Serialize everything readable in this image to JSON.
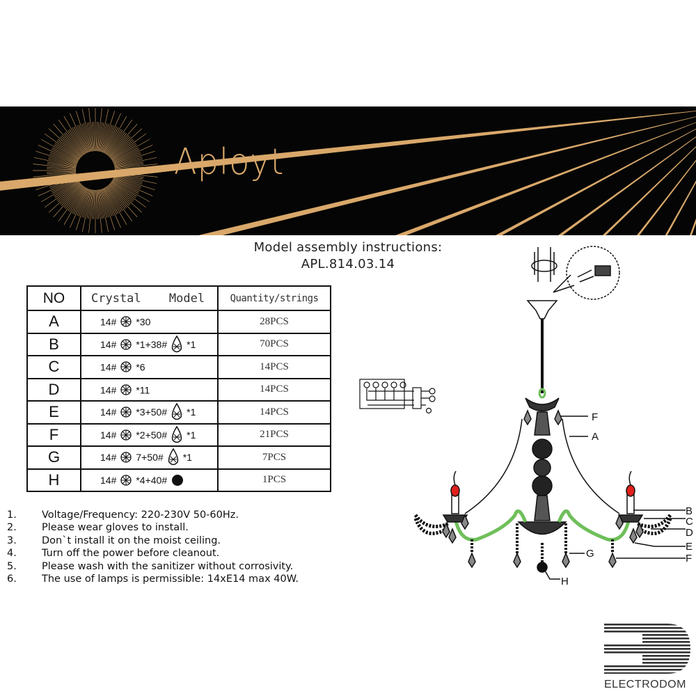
{
  "banner": {
    "brand": "Aployt",
    "gold": "#d9a86a",
    "background": "#050505"
  },
  "title": {
    "line1": "Model assembly instructions:",
    "line2": "APL.814.03.14"
  },
  "table": {
    "headers": {
      "no": "NO",
      "model": "Crystal Model",
      "qty": "Quantity/strings"
    },
    "rows": [
      {
        "no": "A",
        "model": [
          {
            "t": "14#"
          },
          {
            "icon": "octagon"
          },
          {
            "t": "*30"
          }
        ],
        "qty": "28PCS"
      },
      {
        "no": "B",
        "model": [
          {
            "t": "14#"
          },
          {
            "icon": "octagon"
          },
          {
            "t": "*1+38#"
          },
          {
            "icon": "drop"
          },
          {
            "t": "*1"
          }
        ],
        "qty": "70PCS"
      },
      {
        "no": "C",
        "model": [
          {
            "t": "14#"
          },
          {
            "icon": "octagon"
          },
          {
            "t": "*6"
          }
        ],
        "qty": "14PCS"
      },
      {
        "no": "D",
        "model": [
          {
            "t": "14#"
          },
          {
            "icon": "octagon"
          },
          {
            "t": "*11"
          }
        ],
        "qty": "14PCS"
      },
      {
        "no": "E",
        "model": [
          {
            "t": "14#"
          },
          {
            "icon": "octagon"
          },
          {
            "t": "*3+50#"
          },
          {
            "icon": "drop"
          },
          {
            "t": "*1"
          }
        ],
        "qty": "14PCS"
      },
      {
        "no": "F",
        "model": [
          {
            "t": "14#"
          },
          {
            "icon": "octagon"
          },
          {
            "t": "*2+50#"
          },
          {
            "icon": "drop"
          },
          {
            "t": "*1"
          }
        ],
        "qty": "21PCS"
      },
      {
        "no": "G",
        "model": [
          {
            "t": "14#"
          },
          {
            "icon": "octagon"
          },
          {
            "t": "7+50#"
          },
          {
            "icon": "drop"
          },
          {
            "t": "*1"
          }
        ],
        "qty": "7PCS"
      },
      {
        "no": "H",
        "model": [
          {
            "t": "14#"
          },
          {
            "icon": "octagon"
          },
          {
            "t": "*4+40#"
          },
          {
            "icon": "ball"
          }
        ],
        "qty": "1PCS"
      }
    ]
  },
  "notes": [
    {
      "n": "1.",
      "text": "Voltage/Frequency: 220-230V 50-60Hz."
    },
    {
      "n": "2.",
      "text": "Please wear gloves to install."
    },
    {
      "n": "3.",
      "text": "Don`t install it on the moist ceiling."
    },
    {
      "n": "4.",
      "text": "Turn off the power before cleanout."
    },
    {
      "n": "5.",
      "text": "Please wash with the sanitizer without corrosivity."
    },
    {
      "n": "6.",
      "text": "The use of lamps is permissible: 14xE14 max 40W."
    }
  ],
  "diagram": {
    "labels": {
      "f_top": "F",
      "a": "A",
      "b": "B",
      "c": "C",
      "d": "D",
      "e": "E",
      "f_bottom": "F",
      "g": "G",
      "h": "H"
    },
    "arm_color": "#9bd08a",
    "bulb_color": "#e0201c"
  },
  "footer": {
    "logo_text": "ELECTRODOM"
  }
}
